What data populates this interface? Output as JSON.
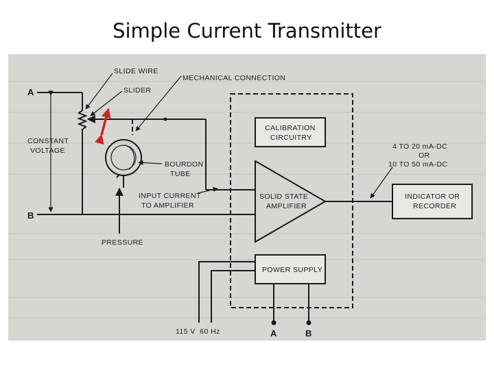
{
  "title": "Simple Current Transmitter",
  "diagram": {
    "labels": {
      "slide_wire": "SLIDE WIRE",
      "slider": "SLIDER",
      "mechanical_connection": "MECHANICAL CONNECTION",
      "terminal_a": "A",
      "terminal_b": "B",
      "constant_voltage_1": "CONSTANT",
      "constant_voltage_2": "VOLTAGE",
      "bourdon_tube_1": "BOURDON",
      "bourdon_tube_2": "TUBE",
      "input_current_1": "INPUT CURRENT",
      "input_current_2": "TO AMPLIFIER",
      "pressure": "PRESSURE",
      "calibration_1": "CALIBRATION",
      "calibration_2": "CIRCUITRY",
      "amplifier_1": "SOLID STATE",
      "amplifier_2": "AMPLIFIER",
      "output_range_1": "4 TO 20 mA-DC",
      "output_range_2": "OR",
      "output_range_3": "10 TO 50 mA-DC",
      "indicator_1": "INDICATOR OR",
      "indicator_2": "RECORDER",
      "power_supply": "POWER SUPPLY",
      "mains": "115 V  60 Hz",
      "bottom_a": "A",
      "bottom_b": "B"
    },
    "colors": {
      "slider_arrow": "#c62828",
      "ink": "#1a1a1a",
      "paper": "#d6d6d2"
    }
  }
}
